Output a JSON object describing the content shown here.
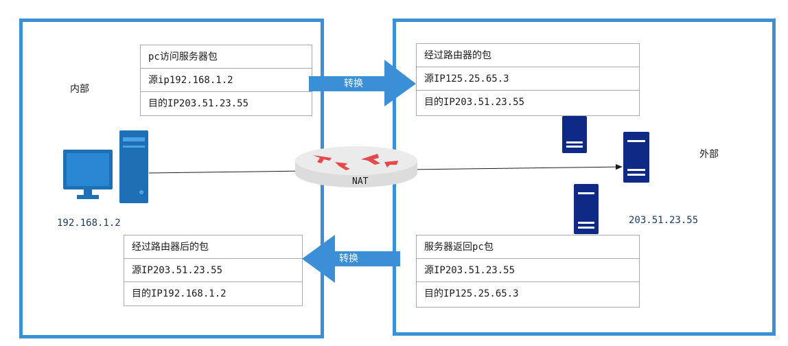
{
  "zones": {
    "inner_label": "内部",
    "outer_label": "外部"
  },
  "pc": {
    "ip": "192.168.1.2"
  },
  "server": {
    "ip": "203.51.23.55"
  },
  "router": {
    "label": "NAT"
  },
  "packets": {
    "pc_to_server": {
      "title": "pc访问服务器包",
      "src": "源ip192.168.1.2",
      "dst": "目的IP203.51.23.55"
    },
    "after_router_out": {
      "title": "经过路由器的包",
      "src": "源IP125.25.65.3",
      "dst": "目的IP203.51.23.55"
    },
    "server_reply": {
      "title": "服务器返回pc包",
      "src": "源IP203.51.23.55",
      "dst": "目的IP125.25.65.3"
    },
    "after_router_in": {
      "title": "经过路由器后的包",
      "src": "源IP203.51.23.55",
      "dst": "目的IP192.168.1.2"
    }
  },
  "arrows": {
    "forward_label": "转换",
    "backward_label": "转换"
  },
  "colors": {
    "zone_border": "#3a8fd6",
    "arrow_fill": "#3a8fd6",
    "pc_blue": "#1f6fb5",
    "server_navy": "#0f2a86",
    "router_red": "#e8484a"
  }
}
